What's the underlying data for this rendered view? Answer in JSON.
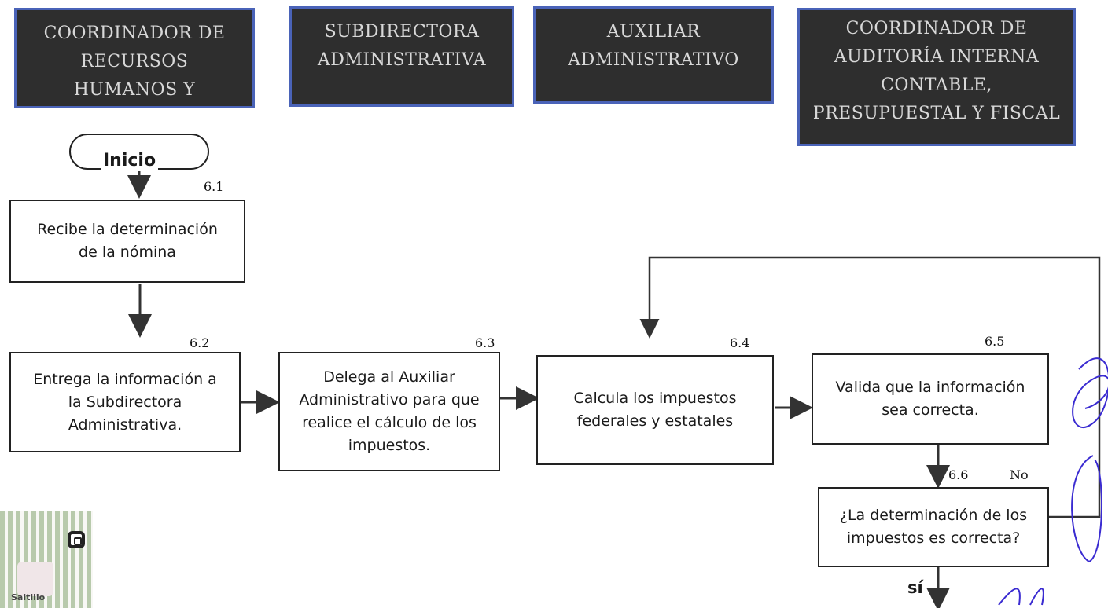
{
  "lanes": [
    {
      "lines": [
        "COORDINADOR DE",
        "RECURSOS",
        "HUMANOS Y"
      ]
    },
    {
      "lines": [
        "SUBDIRECTORA",
        "ADMINISTRATIVA"
      ]
    },
    {
      "lines": [
        "AUXILIAR",
        "ADMINISTRATIVO"
      ]
    },
    {
      "lines": [
        "COORDINADOR DE",
        "AUDITORÍA INTERNA",
        "CONTABLE,",
        "PRESUPUESTAL Y FISCAL"
      ]
    }
  ],
  "start": {
    "label": "Inicio"
  },
  "steps": [
    {
      "number": "6.1",
      "lines": [
        "Recibe la determinación",
        "de la nómina"
      ]
    },
    {
      "number": "6.2",
      "lines": [
        "Entrega la información a",
        "la Subdirectora",
        "Administrativa."
      ]
    },
    {
      "number": "6.3",
      "lines": [
        "Delega al Auxiliar",
        "Administrativo para que",
        "realice el cálculo de los",
        "impuestos."
      ]
    },
    {
      "number": "6.4",
      "lines": [
        "Calcula los impuestos",
        "federales y estatales"
      ]
    },
    {
      "number": "6.5",
      "lines": [
        "Valida que la información",
        "sea correcta."
      ]
    },
    {
      "number": "6.6",
      "lines": [
        "¿La determinación de los",
        "impuestos es correcta?"
      ]
    }
  ],
  "branches": {
    "no": "No",
    "yes": "sí"
  },
  "qr": {
    "caption": "Saltillo"
  },
  "colors": {
    "lane_bg": "#2e2e2e",
    "lane_border": "#4a63b8",
    "lane_text": "#d8d8d8",
    "signature": "#3a2bd1"
  }
}
